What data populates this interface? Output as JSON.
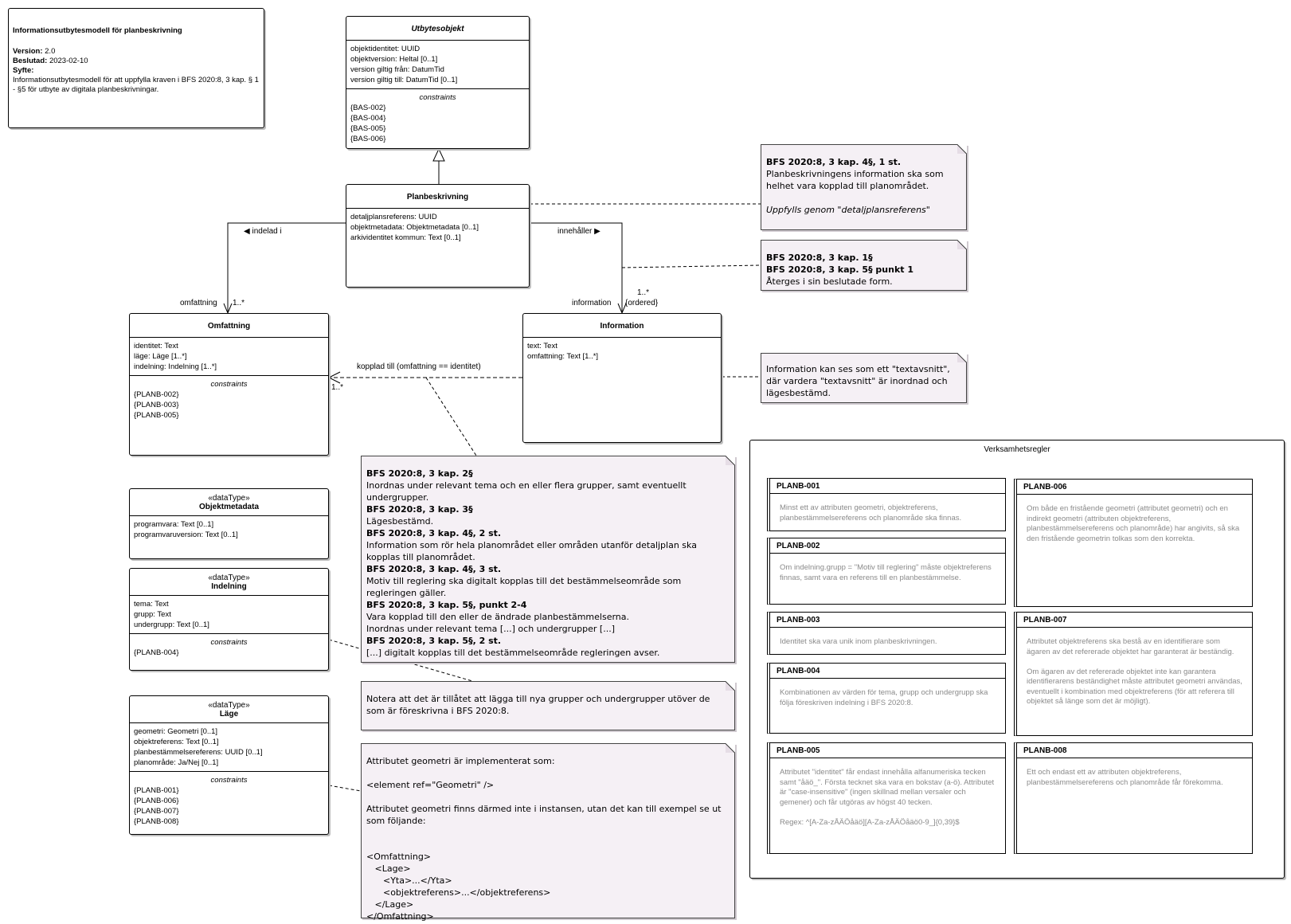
{
  "model_info": {
    "title": "Informationsutbytesmodell för planbeskrivning",
    "version_label": "Version:",
    "version": "2.0",
    "decided_label": "Beslutad:",
    "decided": "2023-02-10",
    "purpose_label": "Syfte:",
    "purpose": "Informationsutbytesmodell för att uppfylla kraven i BFS 2020:8, 3 kap. § 1 - §5 för utbyte av digitala planbeskrivningar."
  },
  "classes": {
    "utbytesobjekt": {
      "name": "Utbytesobjekt",
      "attributes": [
        "objektidentitet: UUID",
        "objektversion: Heltal [0..1]",
        "version giltig från: DatumTid",
        "version giltig till: DatumTid [0..1]"
      ],
      "constraints_label": "constraints",
      "constraints": [
        "{BAS-002}",
        "{BAS-004}",
        "{BAS-005}",
        "{BAS-006}"
      ]
    },
    "planbeskrivning": {
      "name": "Planbeskrivning",
      "attributes": [
        "detaljplansreferens: UUID",
        "objektmetadata: Objektmetadata [0..1]",
        "arkividentitet kommun: Text [0..1]"
      ]
    },
    "omfattning": {
      "name": "Omfattning",
      "attributes": [
        "identitet: Text",
        "läge: Läge [1..*]",
        "indelning: Indelning [1..*]"
      ],
      "constraints_label": "constraints",
      "constraints": [
        "{PLANB-002}",
        "{PLANB-003}",
        "{PLANB-005}"
      ]
    },
    "information": {
      "name": "Information",
      "attributes": [
        "text: Text",
        "omfattning: Text [1..*]"
      ]
    },
    "objektmetadata": {
      "stereotype": "«dataType»",
      "name": "Objektmetadata",
      "attributes": [
        "programvara: Text [0..1]",
        "programvaruversion: Text [0..1]"
      ]
    },
    "indelning": {
      "stereotype": "«dataType»",
      "name": "Indelning",
      "attributes": [
        "tema: Text",
        "grupp: Text",
        "undergrupp: Text [0..1]"
      ],
      "constraints_label": "constraints",
      "constraints": [
        "{PLANB-004}"
      ]
    },
    "lage": {
      "stereotype": "«dataType»",
      "name": "Läge",
      "attributes": [
        "geometri: Geometri [0..1]",
        "objektreferens: Text [0..1]",
        "planbestämmelsereferens: UUID [0..1]",
        "planområde: Ja/Nej [0..1]"
      ],
      "constraints_label": "constraints",
      "constraints": [
        "{PLANB-001}",
        "{PLANB-006}",
        "{PLANB-007}",
        "{PLANB-008}"
      ]
    }
  },
  "associations": {
    "indelad_i": "◀ indelad i",
    "innehaller": "innehåller ▶",
    "omfattning_role": "omfattning",
    "omfattning_mult": "1..*",
    "information_role": "information",
    "information_mult": "1..*",
    "information_ordered": "{ordered}",
    "kopplad_till": "kopplad till (omfattning == identitet)",
    "kopplad_mult": "1..*"
  },
  "notes": {
    "n1": {
      "ref": "BFS 2020:8, 3 kap. 4§, 1 st.",
      "text": "Planbeskrivningens information ska som helhet vara kopplad till planområdet.",
      "italic": "Uppfylls genom \"detaljplansreferens\""
    },
    "n2": {
      "ref1": "BFS 2020:8, 3 kap. 1§",
      "ref2": "BFS 2020:8, 3 kap. 5§ punkt 1",
      "text": "Återges i sin beslutade form."
    },
    "n3": {
      "text": "Information kan ses som ett \"textavsnitt\", där vardera \"textavsnitt\" är inordnad och lägesbestämd."
    },
    "n4": {
      "r1": "BFS 2020:8, 3 kap. 2§",
      "t1": "Inordnas under relevant tema och en eller flera grupper, samt eventuellt undergrupper.",
      "r2": "BFS 2020:8, 3 kap. 3§",
      "t2": "Lägesbestämd.",
      "r3": "BFS 2020:8, 3 kap. 4§, 2 st.",
      "t3": "Information som rör hela planområdet eller områden utanför detaljplan ska kopplas till planområdet.",
      "r4": "BFS 2020:8, 3 kap. 4§, 3 st.",
      "t4": "Motiv till reglering ska digitalt kopplas till det bestämmelseområde som regleringen gäller.",
      "r5": "BFS 2020:8, 3 kap. 5§, punkt 2-4",
      "t5a": "Vara kopplad till den eller de ändrade planbestämmelserna.",
      "t5b": "Inordnas under relevant tema [...] och undergrupper [...]",
      "r6": "BFS 2020:8, 3 kap. 5§, 2 st.",
      "t6": "[...] digitalt kopplas till det bestämmelseområde regleringen avser."
    },
    "n5": {
      "text": "Notera att det är tillåtet att lägga till nya grupper och undergrupper utöver de som är föreskrivna i BFS 2020:8."
    },
    "n6": {
      "l1": "Attributet geometri är implementerat som:",
      "l2": "<element ref=\"Geometri\" />",
      "l3": "Attributet geometri finns därmed inte i instansen, utan det kan till exempel se ut som följande:",
      "code": [
        "<Omfattning>",
        "   <Lage>",
        "      <Yta>...</Yta>",
        "      <objektreferens>...</objektreferens>",
        "   </Lage>",
        "</Omfattning>"
      ]
    }
  },
  "rules": {
    "title": "Verksamhetsregler",
    "items": [
      {
        "id": "PLANB-001",
        "text": "Minst ett av attributen geometri, objektreferens, planbestämmelsereferens och planområde ska finnas."
      },
      {
        "id": "PLANB-002",
        "text": "Om indelning.grupp = \"Motiv till reglering\" måste objektreferens finnas, samt vara en referens till en planbestämmelse."
      },
      {
        "id": "PLANB-003",
        "text": "Identitet ska vara unik inom planbeskrivningen."
      },
      {
        "id": "PLANB-004",
        "text": "Kombinationen av värden för tema, grupp och undergrupp ska följa föreskriven indelning i BFS 2020:8."
      },
      {
        "id": "PLANB-005",
        "text": "Attributet \"identitet\" får endast innehålla alfanumeriska tecken samt \"åäö_\". Första tecknet ska vara en bokstav (a-ö). Attributet är \"case-insensitive\" (ingen skillnad mellan versaler och gemener) och får utgöras av högst 40 tecken.\n\nRegex: ^[A-Za-zÅÄÖåäö][A-Za-zÅÄÖåäö0-9_]{0,39}$"
      },
      {
        "id": "PLANB-006",
        "text": "Om både en fristående geometri (attributet geometri) och en indirekt geometri (attributen objektreferens, planbestämmelsereferens och planområde) har angivits, så ska den fristående geometrin tolkas som den korrekta."
      },
      {
        "id": "PLANB-007",
        "text": "Attributet objektreferens ska bestå av en identifierare som ägaren av det refererade objektet har garanterat är beständig.\n\nOm ägaren av det refererade objektet inte kan garantera identifierarens beständighet måste attributet geometri användas, eventuellt i kombination med objektreferens (för att referera till objektet så länge som det är möjligt)."
      },
      {
        "id": "PLANB-008",
        "text": "Ett och endast ett av attributen objektreferens, planbestämmelsereferens och planområde får förekomma."
      }
    ]
  }
}
